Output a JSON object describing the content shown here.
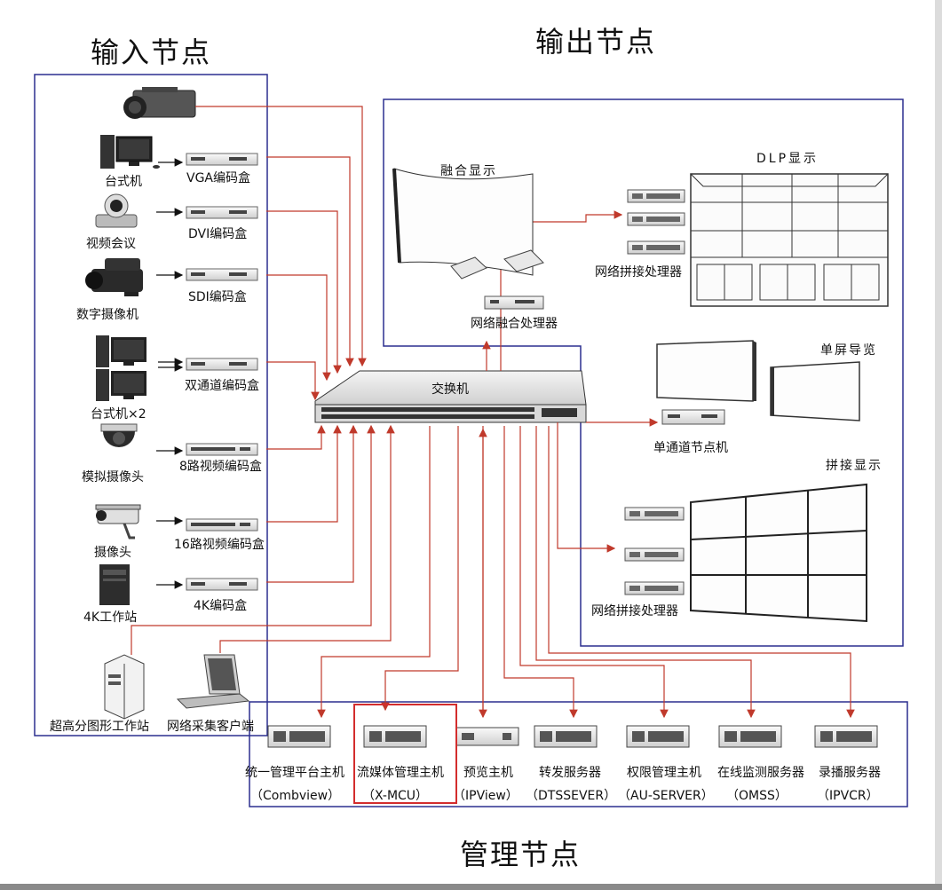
{
  "titles": {
    "input": "输入节点",
    "output": "输出节点",
    "management": "管理节点"
  },
  "input_nodes": [
    {
      "device": "",
      "encoder": ""
    },
    {
      "device": "台式机",
      "encoder": "VGA编码盒"
    },
    {
      "device": "视频会议",
      "encoder": "DVI编码盒"
    },
    {
      "device": "数字摄像机",
      "encoder": "SDI编码盒"
    },
    {
      "device": "台式机×2",
      "encoder": "双通道编码盒"
    },
    {
      "device": "模拟摄像头",
      "encoder": "8路视频编码盒"
    },
    {
      "device": "摄像头",
      "encoder": "16路视频编码盒"
    },
    {
      "device": "4K工作站",
      "encoder": "4K编码盒"
    }
  ],
  "clients": {
    "workstation": "超高分图形工作站",
    "capture_client": "网络采集客户端"
  },
  "switch": {
    "label": "交换机"
  },
  "output": {
    "fusion_display": "融合显示",
    "fusion_processor": "网络融合处理器",
    "dlp_display": "DLP显示",
    "dlp_processor": "网络拼接处理器",
    "single_screen": "单屏导览",
    "single_channel_node": "单通道节点机",
    "splice_display": "拼接显示",
    "splice_processor": "网络拼接处理器"
  },
  "management_nodes": [
    {
      "name": "统一管理平台主机",
      "code": "（Combview）"
    },
    {
      "name": "流媒体管理主机",
      "code": "（X-MCU）"
    },
    {
      "name": "预览主机",
      "code": "（IPView）"
    },
    {
      "name": "转发服务器",
      "code": "（DTSSEVER）"
    },
    {
      "name": "权限管理主机",
      "code": "（AU-SERVER）"
    },
    {
      "name": "在线监测服务器",
      "code": "（OMSS）"
    },
    {
      "name": "录播服务器",
      "code": "（IPVCR）"
    }
  ],
  "colors": {
    "frame": "#2b2f8f",
    "arrow": "#c0392b",
    "highlight": "#d32d2d"
  }
}
